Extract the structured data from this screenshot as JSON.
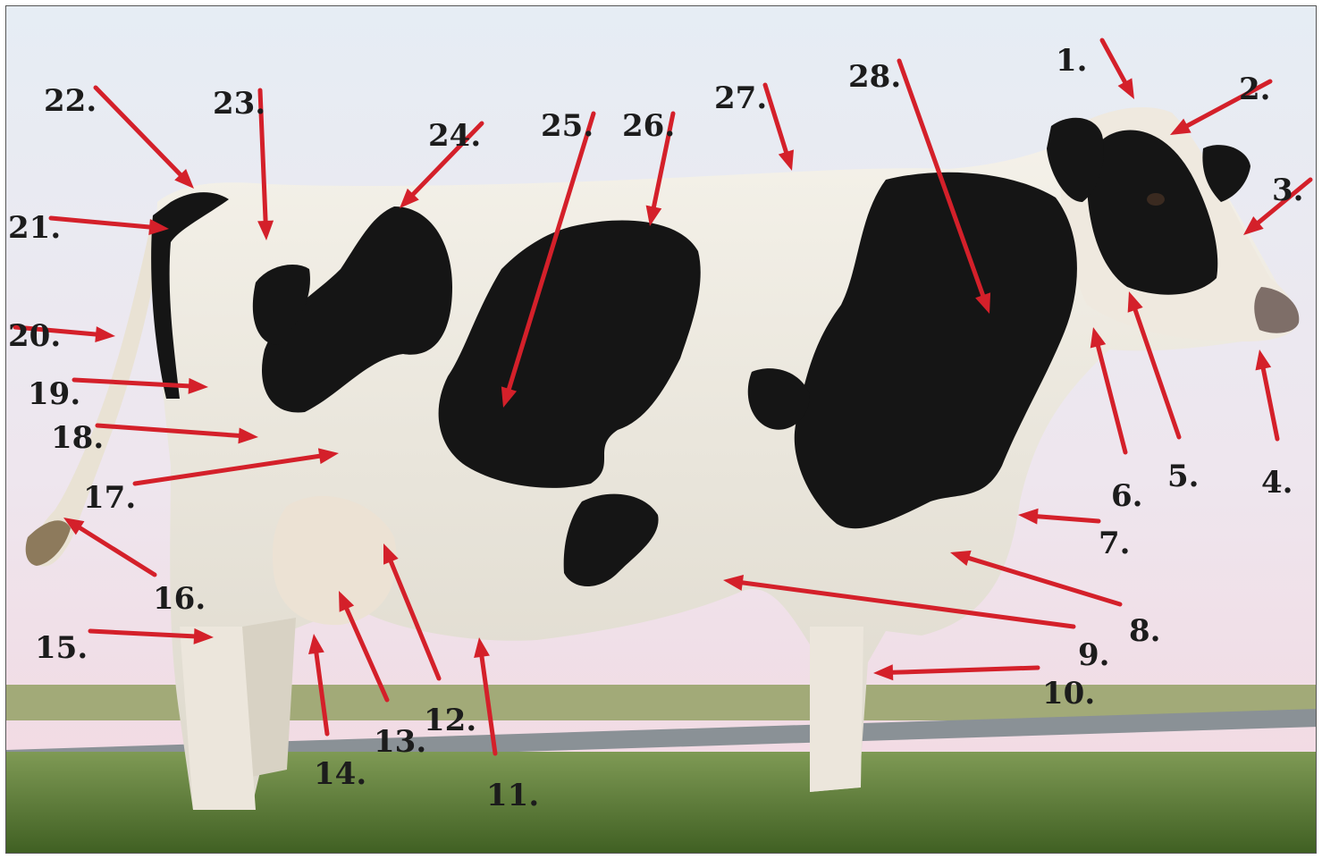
{
  "colors": {
    "arrow": "#d4202a",
    "label": "#1c1c1c",
    "sky_top": "#e4ecf4",
    "sky_bottom": "#f2d9e2",
    "grass": "#5f7d3a",
    "cow_white": "#f1eee6",
    "cow_black": "#151515"
  },
  "labels": [
    {
      "n": "1.",
      "text": "1."
    },
    {
      "n": "2.",
      "text": "2."
    },
    {
      "n": "3.",
      "text": "3."
    },
    {
      "n": "4.",
      "text": "4."
    },
    {
      "n": "5.",
      "text": "5."
    },
    {
      "n": "6.",
      "text": "6."
    },
    {
      "n": "7.",
      "text": "7."
    },
    {
      "n": "8.",
      "text": "8."
    },
    {
      "n": "9.",
      "text": "9."
    },
    {
      "n": "10.",
      "text": "10."
    },
    {
      "n": "11.",
      "text": "11."
    },
    {
      "n": "12.",
      "text": "12."
    },
    {
      "n": "13.",
      "text": "13."
    },
    {
      "n": "14.",
      "text": "14."
    },
    {
      "n": "15.",
      "text": "15."
    },
    {
      "n": "16.",
      "text": "16."
    },
    {
      "n": "17.",
      "text": "17."
    },
    {
      "n": "18.",
      "text": "18."
    },
    {
      "n": "19.",
      "text": "19."
    },
    {
      "n": "20.",
      "text": "20."
    },
    {
      "n": "21.",
      "text": "21."
    },
    {
      "n": "22.",
      "text": "22."
    },
    {
      "n": "23.",
      "text": "23."
    },
    {
      "n": "24.",
      "text": "24."
    },
    {
      "n": "25.",
      "text": "25."
    },
    {
      "n": "26.",
      "text": "26."
    },
    {
      "n": "27.",
      "text": "27."
    },
    {
      "n": "28.",
      "text": "28."
    }
  ]
}
